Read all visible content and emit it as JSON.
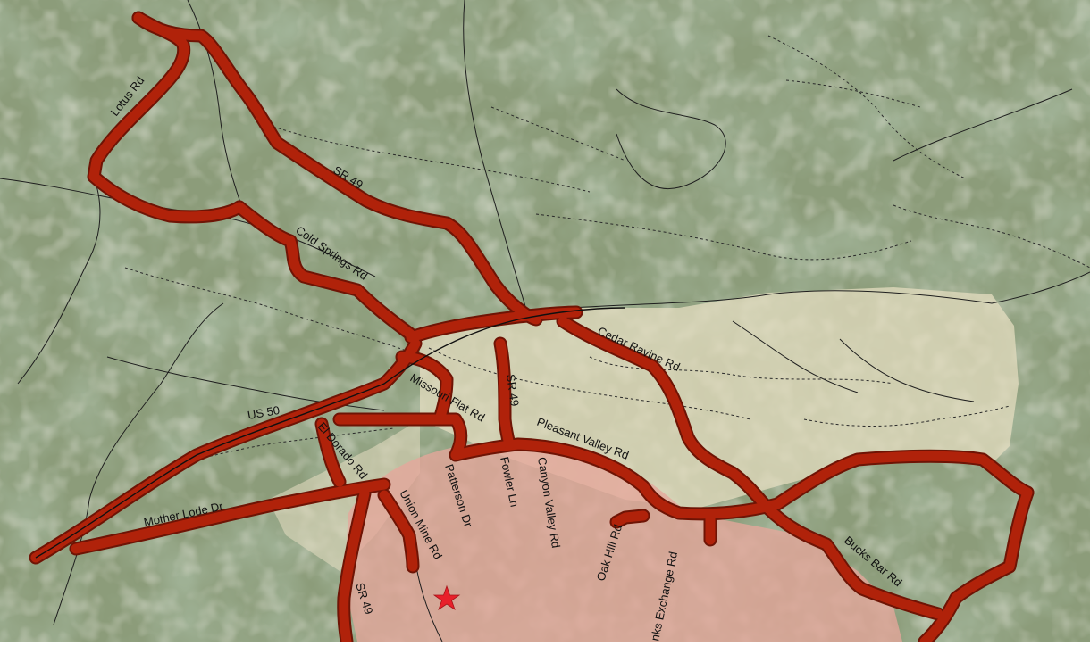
{
  "map": {
    "colors": {
      "road_highlight": "#b0220a",
      "road_outline": "#6e1405",
      "land_dark": "#6f8a5c",
      "land_light": "#9aa887",
      "zone_beige": "#e4dcc0",
      "zone_pink": "#e3aaa0",
      "marker": "#e8202a"
    },
    "road_labels": [
      {
        "id": "lotus-rd",
        "text": "Lotus Rd"
      },
      {
        "id": "sr49-north",
        "text": "SR 49"
      },
      {
        "id": "cold-springs-rd",
        "text": "Cold Springs Rd"
      },
      {
        "id": "cedar-ravine-rd",
        "text": "Cedar Ravine Rd"
      },
      {
        "id": "missouri-flat-rd",
        "text": "Missouri Flat Rd"
      },
      {
        "id": "sr49-central",
        "text": "SR 49"
      },
      {
        "id": "us50",
        "text": "US 50"
      },
      {
        "id": "el-dorado-rd",
        "text": "El Dorado Rd"
      },
      {
        "id": "pleasant-valley-rd",
        "text": "Pleasant Valley Rd"
      },
      {
        "id": "patterson-dr",
        "text": "Patterson Dr"
      },
      {
        "id": "fowler-ln",
        "text": "Fowler Ln"
      },
      {
        "id": "canyon-valley-rd",
        "text": "Canyon Valley Rd"
      },
      {
        "id": "mother-lode-dr",
        "text": "Mother Lode Dr"
      },
      {
        "id": "union-mine-rd",
        "text": "Union Mine Rd"
      },
      {
        "id": "oak-hill-rd",
        "text": "Oak Hill Rd"
      },
      {
        "id": "sr49-south",
        "text": "SR 49"
      },
      {
        "id": "bucks-bar-rd",
        "text": "Bucks Bar Rd"
      },
      {
        "id": "sandy-exchange-rd",
        "text": "nks Exchange Rd"
      }
    ],
    "marker": {
      "symbol": "star",
      "icon": "star-marker-icon"
    }
  }
}
